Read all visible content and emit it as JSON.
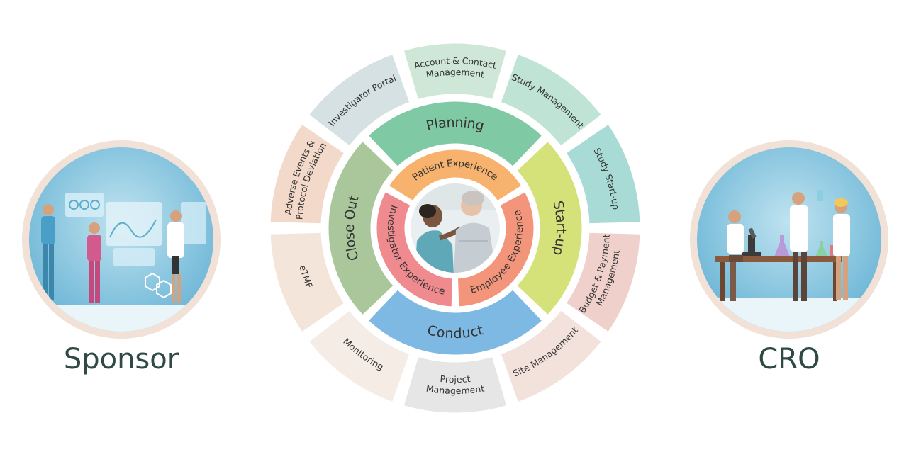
{
  "colors": {
    "patient": "#f7b36d",
    "investigator": "#ef8a8e",
    "employee": "#f3957a",
    "planning": "#7fcaa5",
    "startup": "#d5e27a",
    "conduct": "#7eb9e4",
    "closeout": "#a9c79a",
    "portrait_ring": "#f1e1d6",
    "portrait_sky": "#7ec2df"
  },
  "inner_ring": [
    {
      "label": "Patient Experience",
      "color_key": "patient"
    },
    {
      "label": "Employee Experience",
      "color_key": "employee"
    },
    {
      "label": "Investigator Experience",
      "color_key": "investigator"
    }
  ],
  "middle_ring": [
    {
      "label": "Planning",
      "color_key": "planning"
    },
    {
      "label": "Start-up",
      "color_key": "startup"
    },
    {
      "label": "Conduct",
      "color_key": "conduct"
    },
    {
      "label": "Close Out",
      "color_key": "closeout"
    }
  ],
  "outer_ring": [
    {
      "lines": [
        "Account & Contact",
        "Management"
      ],
      "color": "#cfe7d6"
    },
    {
      "lines": [
        "Study Management"
      ],
      "color": "#bfe3d5"
    },
    {
      "lines": [
        "Study Start-up"
      ],
      "color": "#a8dbd5"
    },
    {
      "lines": [
        "Budget & Payment",
        "Management"
      ],
      "color": "#efd0cb"
    },
    {
      "lines": [
        "Site Management"
      ],
      "color": "#f3e1dc"
    },
    {
      "lines": [
        "Project",
        "Management"
      ],
      "color": "#e6e6e6"
    },
    {
      "lines": [
        "Monitoring"
      ],
      "color": "#f6ece6"
    },
    {
      "lines": [
        "eTMF"
      ],
      "color": "#f4e5da"
    },
    {
      "lines": [
        "Adverse Events &",
        "Protocol Deviation"
      ],
      "color": "#f2d9c9"
    },
    {
      "lines": [
        "Investigator Portal"
      ],
      "color": "#d5e1e2"
    }
  ],
  "sides": {
    "left_label": "Sponsor",
    "right_label": "CRO",
    "left_icon": "sponsor-team-illustration-icon",
    "right_icon": "cro-lab-illustration-icon",
    "center_icon": "nurse-with-patient-photo-icon"
  }
}
